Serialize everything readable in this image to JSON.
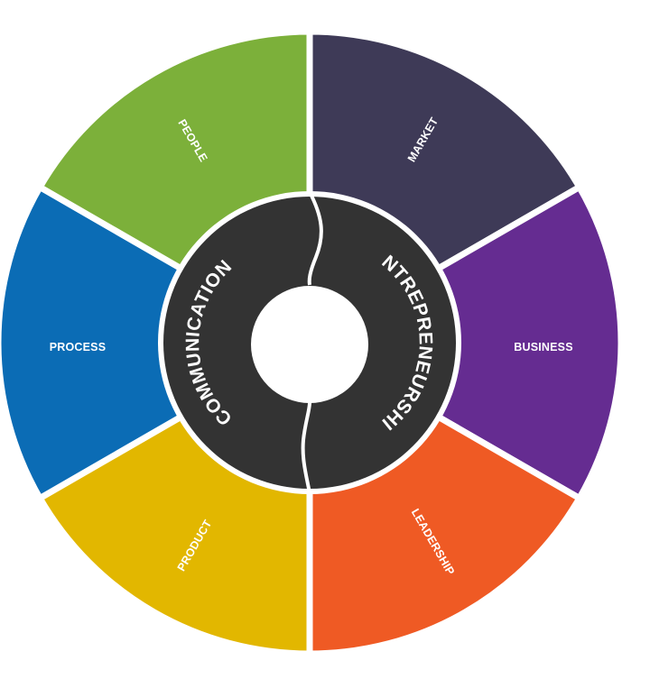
{
  "diagram": {
    "segments": [
      {
        "id": "market",
        "label": "MARKET",
        "color": "#3e3a57"
      },
      {
        "id": "business",
        "label": "BUSINESS",
        "color": "#652c91"
      },
      {
        "id": "leadership",
        "label": "LEADERSHIP",
        "color": "#ef5a24"
      },
      {
        "id": "product",
        "label": "PRODUCT",
        "color": "#e2b700"
      },
      {
        "id": "process",
        "label": "PROCESS",
        "color": "#0b6cb5"
      },
      {
        "id": "people",
        "label": "PEOPLE",
        "color": "#7cb03a"
      }
    ],
    "inner_ring": {
      "color": "#333333",
      "left_label": "COMMUNICATION",
      "right_label": "ENTREPRENEURSHIP"
    }
  }
}
